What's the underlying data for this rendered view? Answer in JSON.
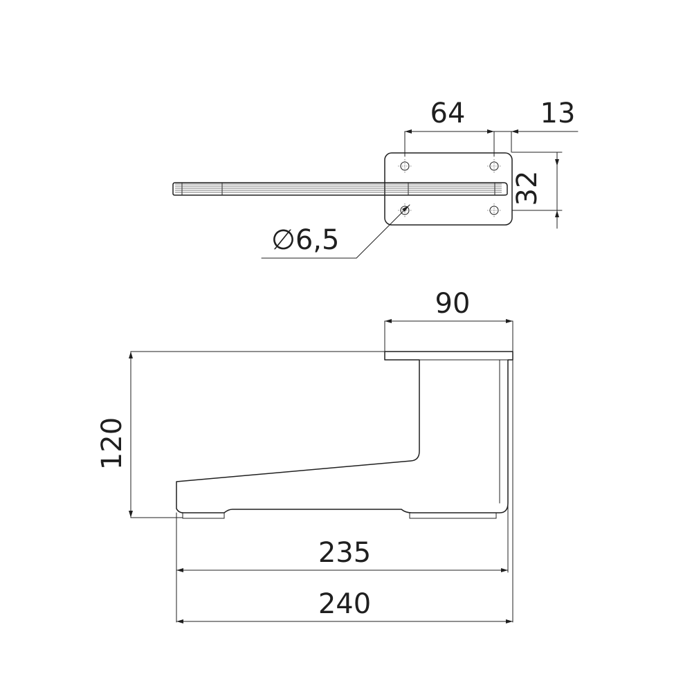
{
  "dimensions": {
    "top_hole_spacing": "64",
    "top_edge_offset": "13",
    "top_vertical_spacing": "32",
    "hole_diameter": "∅6,5",
    "plate_width": "90",
    "height": "120",
    "base_length": "235",
    "overall_length": "240"
  }
}
